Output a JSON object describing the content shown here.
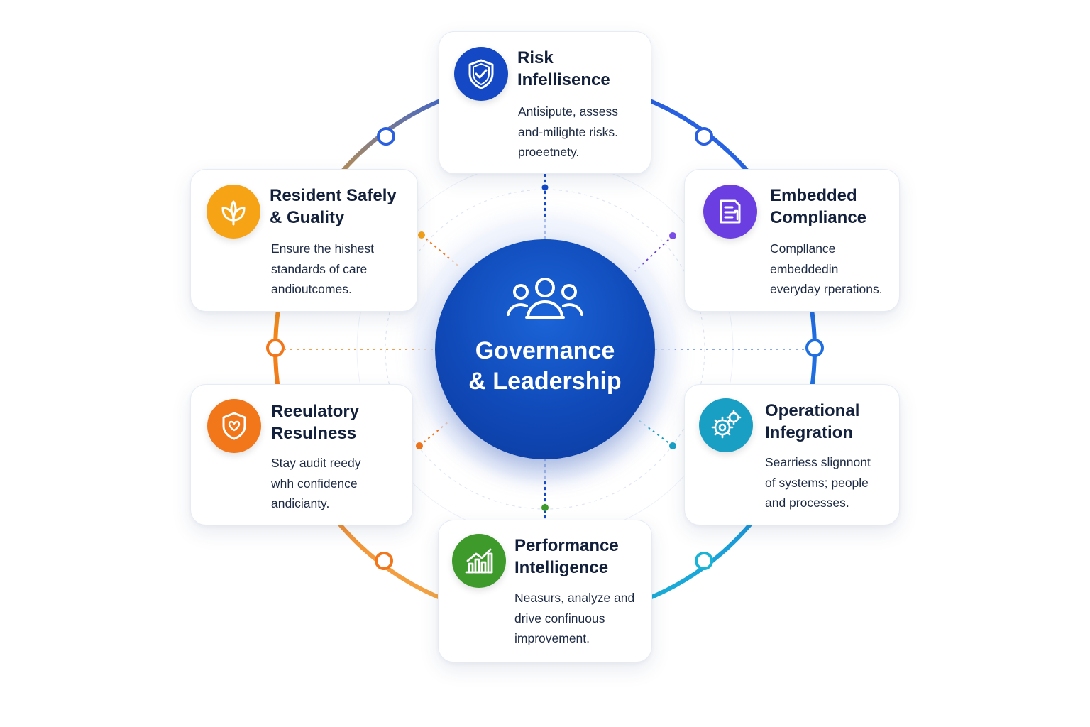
{
  "hub": {
    "title": "Governance\n& Leadership",
    "icon": "people-group-icon",
    "color": "#1049b8"
  },
  "cards": {
    "risk": {
      "title": "Risk\nInfellisence",
      "description": "Antisipute, assess\nand-milighte risks.\nproeetnety.",
      "icon": "shield-check-icon",
      "color": "#1448c4"
    },
    "compliance": {
      "title": "Embedded\nCompliance",
      "description": "Compllance\nembeddedin\neveryday rperations.",
      "icon": "document-icon",
      "color": "#6a3ee0"
    },
    "operational": {
      "title": "Operational\nInfegration",
      "description": "Searriess slignnont\nof systems; people\nand processes.",
      "icon": "gears-icon",
      "color": "#1a9fc4"
    },
    "performance": {
      "title": "Performance\nIntelligence",
      "description": "Neasurs, analyze and\ndrive confinuous\nimprovement.",
      "icon": "bar-chart-icon",
      "color": "#3f9a2c"
    },
    "regulatory": {
      "title": "Reeulatory\nResulness",
      "description": "Stay audit reedy\nwhh confidence\nandicianty.",
      "icon": "shield-heart-icon",
      "color": "#f2761a"
    },
    "resident": {
      "title": "Resident Safely\n& Guality",
      "description": "Ensure the hishest\nstandards of care\nandioutcomes.",
      "icon": "leaf-icon",
      "color": "#f6a316"
    }
  }
}
